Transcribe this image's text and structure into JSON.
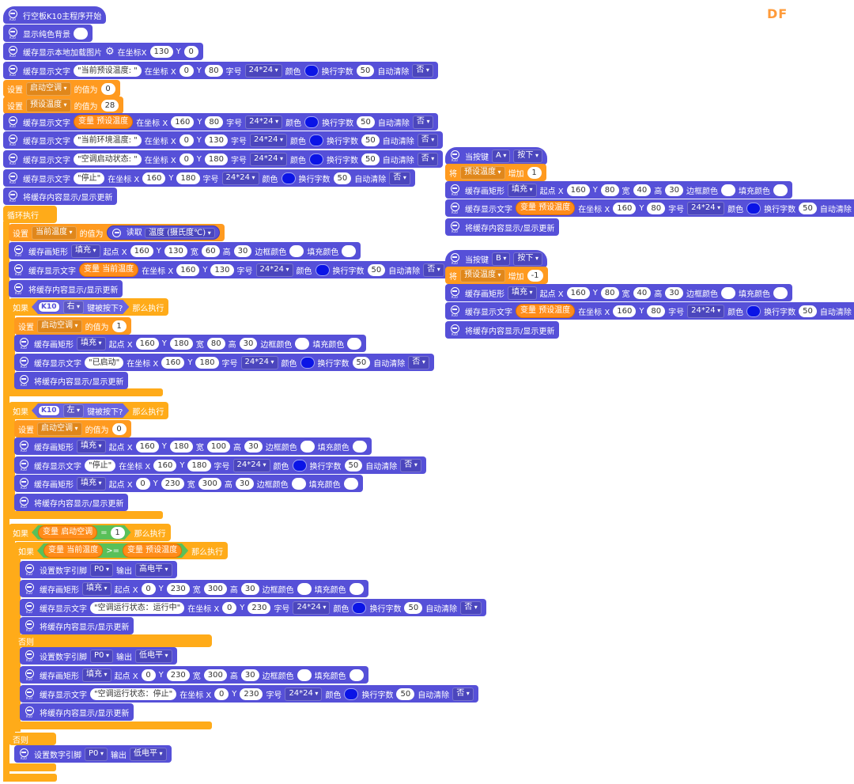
{
  "logo": "DF",
  "icon_caption": "K10",
  "lbl": {
    "at_x": "在坐标X",
    "at_X": "在坐标 X",
    "y": "Y",
    "font_size": "字号",
    "color": "颜色",
    "wrap": "换行字数",
    "auto_clear": "自动清除",
    "set": "设置",
    "value_of": "的值为",
    "fill": "填充",
    "start_x": "起点 X",
    "width": "宽",
    "height": "高",
    "border_color": "边框颜色",
    "fill_color": "填充颜色",
    "if": "如果",
    "then": "那么执行",
    "else": "否则",
    "key_pressed": "键被按下?",
    "var": "变量",
    "set_pin": "设置数字引脚",
    "output": "输出",
    "jiang": "将",
    "increase": "增加",
    "press": "按下",
    "when_key": "当按键",
    "read": "读取",
    "eq": "=",
    "gte": ">="
  },
  "blocks": {
    "b1": "行空板K10主程序开始",
    "b2": "显示纯色背景",
    "b3": "缓存显示本地加载图片",
    "b3_x": "130",
    "b3_y": "0",
    "disp_text": "缓存显示文字",
    "rect": "缓存画矩形",
    "refresh": "将缓存内容显示/显示更新",
    "loop": "循环执行"
  },
  "strings": {
    "preset_label": "\"当前预设温度: \"",
    "env_label": "\"当前环境温度: \"",
    "ac_state_label": "\"空调启动状态: \"",
    "stop": "\"停止\"",
    "started": "\"已启动\"",
    "running": "\"空调运行状态：运行中\"",
    "stopped": "\"空调运行状态：停止\""
  },
  "vars": {
    "ac_on": "启动空调",
    "preset": "预设温度",
    "cur_temp": "当前温度"
  },
  "dropdowns": {
    "font": "24*24",
    "no": "否",
    "fill": "填充",
    "right": "右",
    "left": "左",
    "p0": "P0",
    "high": "高电平",
    "low": "低电平",
    "temp_sensor": "温度 (摄氏度℃)",
    "key_a": "A",
    "key_b": "B",
    "press": "按下"
  },
  "nums": {
    "n0": "0",
    "n1": "1",
    "n28": "28",
    "n30": "30",
    "n40": "40",
    "n50": "50",
    "n60": "60",
    "n80": "80",
    "n100": "100",
    "n130": "130",
    "n160": "160",
    "n180": "180",
    "n230": "230",
    "n300": "300",
    "nm1": "-1"
  },
  "colors": {
    "k10_block": "#5650d8",
    "variable_block": "#ff9a1f",
    "control_block": "#ffab19",
    "operator_block": "#59c059",
    "text_color_swatch": "#0a14e6",
    "white_swatch": "#ffffff"
  }
}
